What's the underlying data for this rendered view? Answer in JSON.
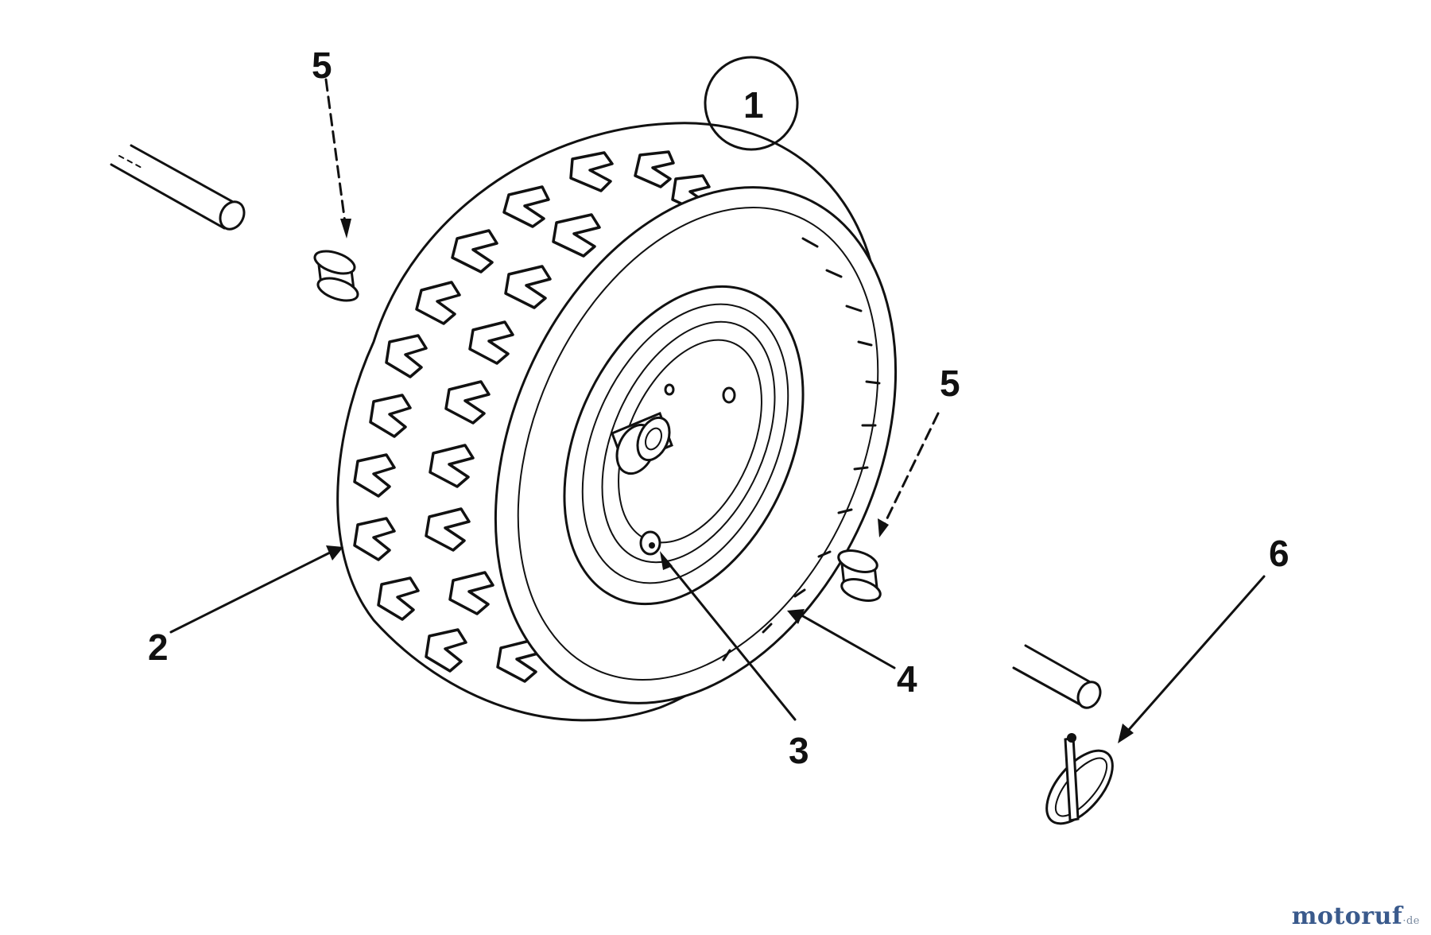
{
  "diagram": {
    "callouts": {
      "part1": "1",
      "part2": "2",
      "part3": "3",
      "part4": "4",
      "part5_upper": "5",
      "part5_lower": "5",
      "part6": "6"
    }
  },
  "watermark": {
    "brand_main": "motoruf",
    "brand_dot": "·",
    "brand_tld": "de"
  }
}
